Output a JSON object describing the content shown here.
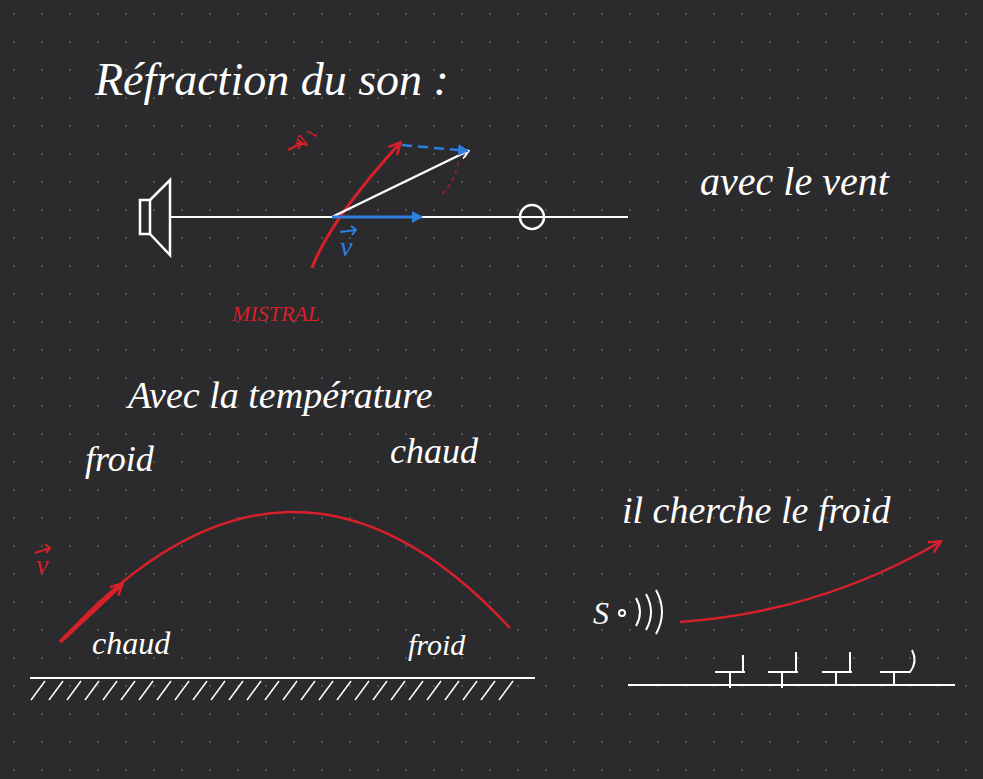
{
  "diagram": {
    "title": "Réfraction du son :",
    "labels": [
      "v₁",
      "v",
      "MISTRAL",
      "avec le vent",
      "Avec la température",
      "froid",
      "chaud",
      "v",
      "chaud",
      "froid",
      "il cherche le froid",
      "S"
    ]
  }
}
